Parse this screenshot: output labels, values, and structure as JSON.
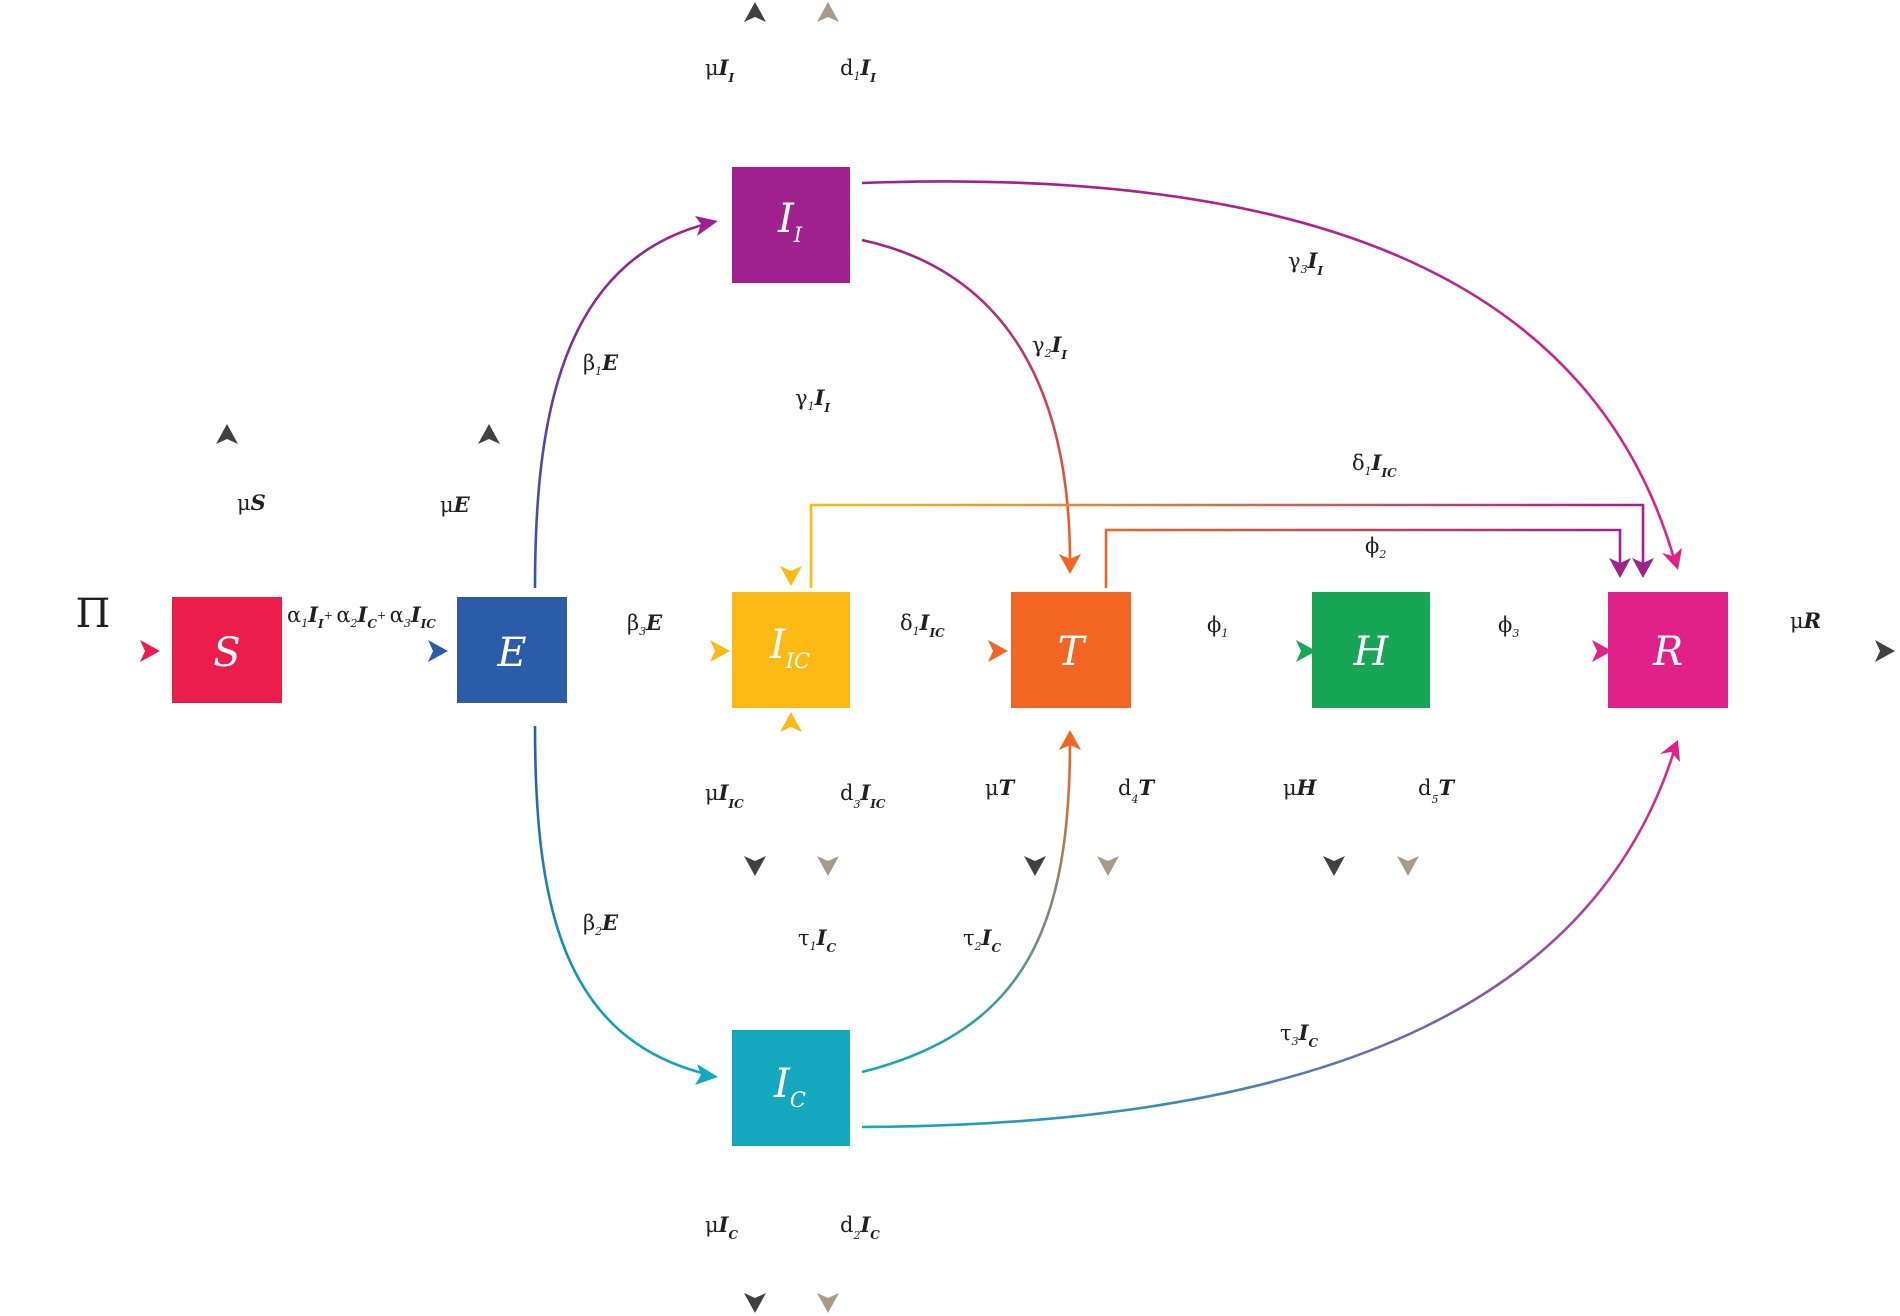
{
  "compartments": {
    "S": {
      "label": "S",
      "sub": "",
      "color": "#ec1c4b"
    },
    "E": {
      "label": "E",
      "sub": "",
      "color": "#2a5caa"
    },
    "II": {
      "label": "I",
      "sub": "I",
      "color": "#a0218d"
    },
    "IIC": {
      "label": "I",
      "sub": "IC",
      "color": "#fdb913"
    },
    "IC": {
      "label": "I",
      "sub": "C",
      "color": "#13a8be"
    },
    "T": {
      "label": "T",
      "sub": "",
      "color": "#f26522"
    },
    "H": {
      "label": "H",
      "sub": "",
      "color": "#17a556"
    },
    "R": {
      "label": "R",
      "sub": "",
      "color": "#e0218a"
    }
  },
  "labels": {
    "Pi": "Π",
    "muS": {
      "a": "μ",
      "b": "S"
    },
    "muE": {
      "a": "μ",
      "b": "E"
    },
    "force": {
      "a1": "α",
      "s1": "1",
      "v1": "I",
      "w1": "I",
      "p1": "+ ",
      "a2": "α",
      "s2": "2",
      "v2": "I",
      "w2": "C",
      "p2": "+ ",
      "a3": "α",
      "s3": "3",
      "v3": "I",
      "w3": "IC"
    },
    "beta1E": {
      "a": "β",
      "s": "1",
      "b": "E"
    },
    "beta2E": {
      "a": "β",
      "s": "2",
      "b": "E"
    },
    "beta3E": {
      "a": "β",
      "s": "3",
      "b": "E"
    },
    "muII": {
      "a": "μ",
      "b": "I",
      "s": "I"
    },
    "d1II": {
      "a": "d",
      "s": "1",
      "b": "I",
      "t": "I"
    },
    "gamma1": {
      "a": "γ",
      "s": "1",
      "b": "I",
      "t": "I"
    },
    "gamma2": {
      "a": "γ",
      "s": "2",
      "b": "I",
      "t": "I"
    },
    "gamma3": {
      "a": "γ",
      "s": "3",
      "b": "I",
      "t": "I"
    },
    "delta1top": {
      "a": "δ",
      "s": "1",
      "b": "I",
      "t": "IC"
    },
    "delta1mid": {
      "a": "δ",
      "s": "1",
      "b": "I",
      "t": "IC"
    },
    "phi1": {
      "a": "ϕ",
      "s": "1"
    },
    "phi2": {
      "a": "ϕ",
      "s": "2"
    },
    "phi3": {
      "a": "ϕ",
      "s": "3"
    },
    "muIIC": {
      "a": "μ",
      "b": "I",
      "s": "IC"
    },
    "d3IIC": {
      "a": "d",
      "s": "3",
      "b": "I",
      "t": "IC"
    },
    "muT": {
      "a": "μ",
      "b": "T"
    },
    "d4T": {
      "a": "d",
      "s": "4",
      "b": "T"
    },
    "muH": {
      "a": "μ",
      "b": "H"
    },
    "d5T": {
      "a": "d",
      "s": "5",
      "b": "T"
    },
    "tau1": {
      "a": "τ",
      "s": "1",
      "b": "I",
      "t": "C"
    },
    "tau2": {
      "a": "τ",
      "s": "2",
      "b": "I",
      "t": "C"
    },
    "tau3": {
      "a": "τ",
      "s": "3",
      "b": "I",
      "t": "C"
    },
    "muIC": {
      "a": "μ",
      "b": "I",
      "s": "C"
    },
    "d2IC": {
      "a": "d",
      "s": "2",
      "b": "I",
      "t": "C"
    },
    "muR": {
      "a": "μ",
      "b": "R"
    }
  },
  "colors": {
    "death": "#414042",
    "disease_death": "#a89a86"
  }
}
